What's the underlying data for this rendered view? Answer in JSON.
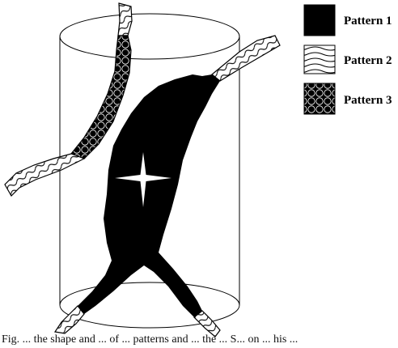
{
  "legend": {
    "items": [
      {
        "id": "pattern-1",
        "label": "Pattern 1",
        "fill": "solid-black"
      },
      {
        "id": "pattern-2",
        "label": "Pattern 2",
        "fill": "wavy-lines"
      },
      {
        "id": "pattern-3",
        "label": "Pattern 3",
        "fill": "black-circles"
      }
    ]
  },
  "caption": "Fig. ... the shape and ... of ... patterns and ... the ... S... on ... his ...",
  "colors": {
    "ink": "#000000",
    "paper": "#ffffff",
    "highlight": "#ffffff"
  }
}
